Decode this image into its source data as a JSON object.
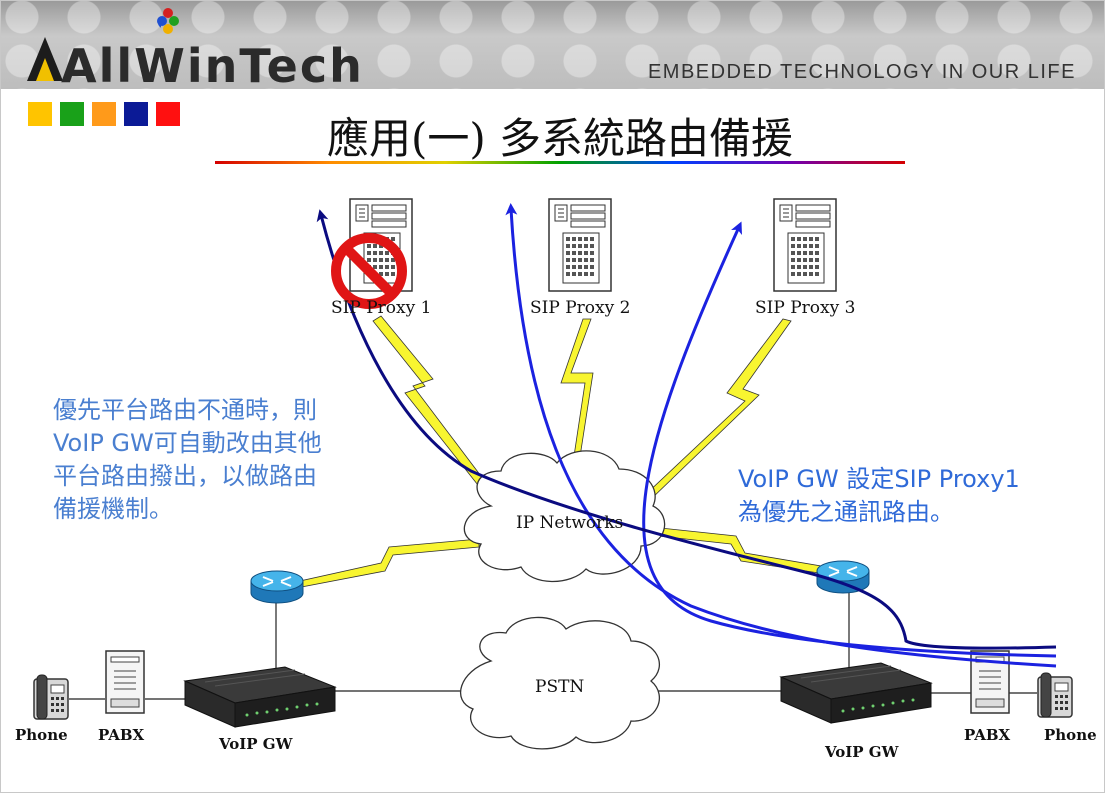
{
  "header": {
    "logo_text": "AllWinTech",
    "tagline": "EMBEDDED TECHNOLOGY IN OUR LIFE"
  },
  "color_squares": [
    "#ffc400",
    "#19a119",
    "#ff9a1a",
    "#0b1a96",
    "#ff1010"
  ],
  "title": "應用(一) 多系統路由備援",
  "diagram": {
    "servers": [
      "SIP Proxy 1",
      "SIP Proxy 2",
      "SIP Proxy 3"
    ],
    "clouds": {
      "ip": "IP Networks",
      "pstn": "PSTN"
    },
    "left_devices": {
      "phone": "Phone",
      "pabx": "PABX",
      "gateway": "VoIP GW"
    },
    "right_devices": {
      "phone": "Phone",
      "pabx": "PABX",
      "gateway": "VoIP GW"
    },
    "route_colors": {
      "primary": "#0b0b80",
      "backup": "#1b22e0",
      "lightning": "#f8f530"
    }
  },
  "note_left": [
    "優先平台路由不通時，則",
    "VoIP GW可自動改由其他",
    "平台路由撥出，以做路由",
    "備援機制。"
  ],
  "note_right": [
    "VoIP GW 設定SIP Proxy1",
    "為優先之通訊路由。"
  ]
}
